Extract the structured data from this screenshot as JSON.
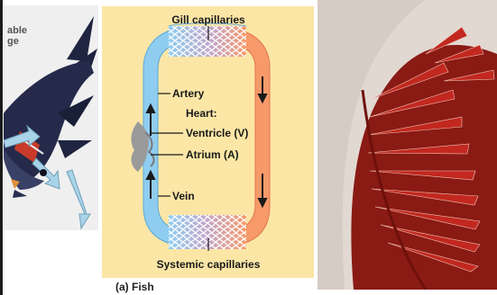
{
  "fish_panel": {
    "cut_label_line1": "able",
    "cut_label_line2": "ge"
  },
  "diagram": {
    "top_label": "Gill capillaries",
    "artery_label": "Artery",
    "heart_label": "Heart:",
    "ventricle_label": "Ventricle (V)",
    "atrium_label": "Atrium (A)",
    "vein_label": "Vein",
    "bottom_label": "Systemic capillaries",
    "colors": {
      "background": "#fbe6a6",
      "deoxygenated": "#8fcdf0",
      "oxygenated": "#f79a6a",
      "heart": "#9a9a9a"
    }
  },
  "caption": "(a) Fish"
}
